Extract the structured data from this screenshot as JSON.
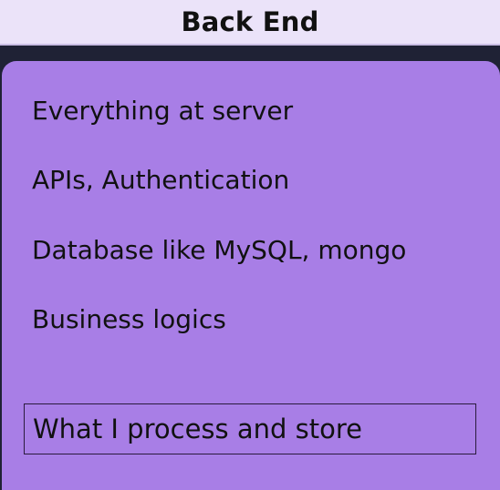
{
  "header": {
    "title": "Back End"
  },
  "card": {
    "items": [
      {
        "label": "Everything at server"
      },
      {
        "label": "APIs, Authentication"
      },
      {
        "label": "Database like MySQL, mongo"
      },
      {
        "label": "Business logics"
      }
    ],
    "summary": "What I process and store"
  },
  "colors": {
    "background": "#1f2235",
    "header": "#ebe3f9",
    "card": "#a87ee6",
    "text": "#111111"
  }
}
